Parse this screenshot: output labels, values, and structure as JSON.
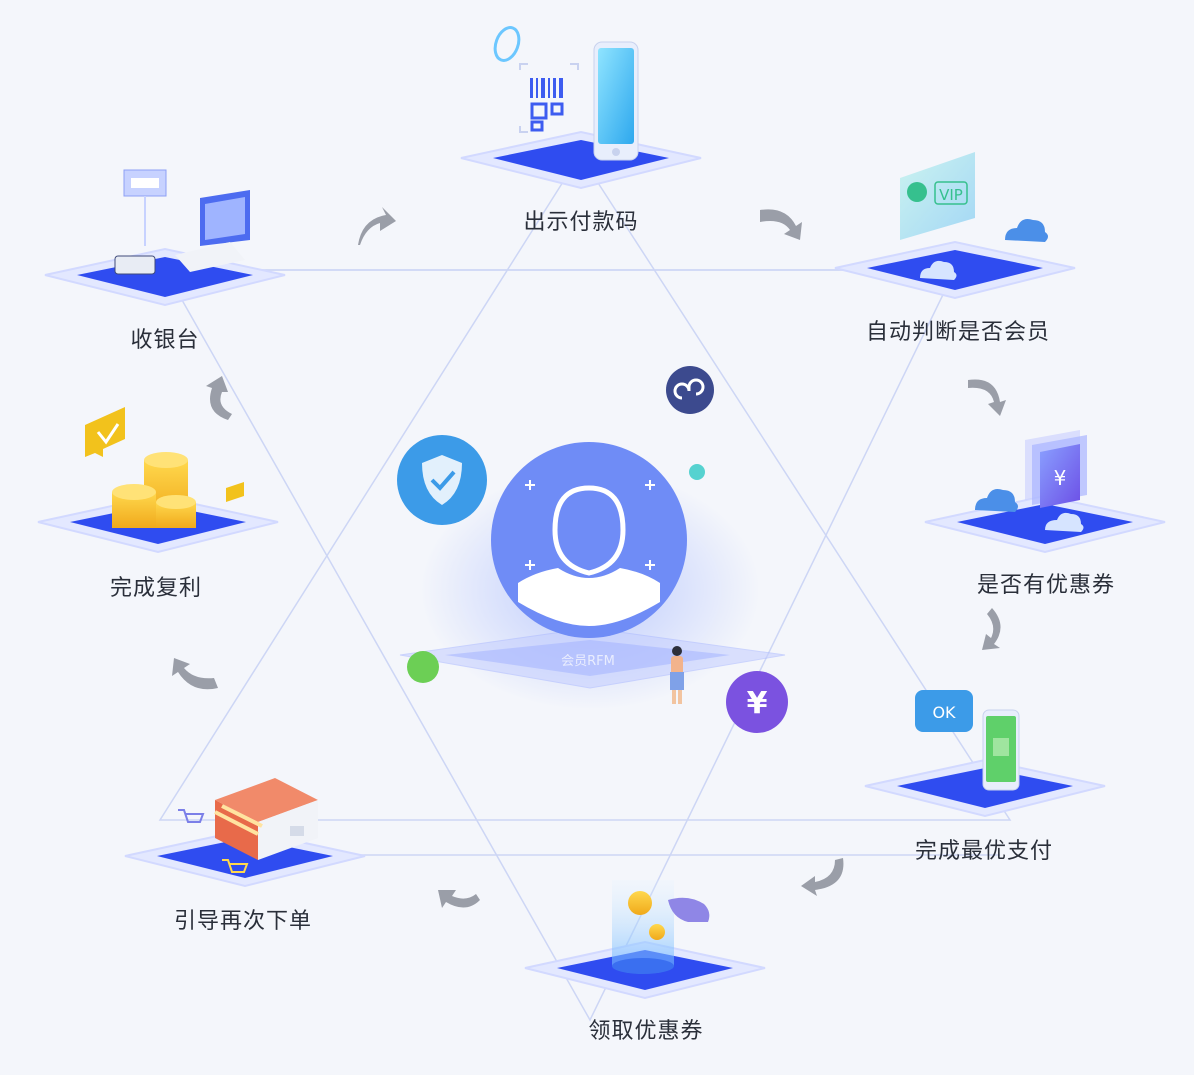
{
  "steps": [
    {
      "label": "出示付款码"
    },
    {
      "label": "自动判断是否会员"
    },
    {
      "label": "是否有优惠券"
    },
    {
      "label": "完成最优支付"
    },
    {
      "label": "领取优惠券"
    },
    {
      "label": "引导再次下单"
    },
    {
      "label": "完成复利"
    },
    {
      "label": "收银台"
    }
  ],
  "center": {
    "platform_text": "会员RFM",
    "icon": "person-silhouette-icon"
  },
  "badges": {
    "vip": "VIP",
    "ok": "OK",
    "yuan": "¥"
  },
  "colors": {
    "platform_blue": "#2f4cf0",
    "platform_edge": "#c7d0ff",
    "arrow_gray": "#9a9ea8",
    "center_blue": "#6f8cf6",
    "shield_blue": "#3c9be8",
    "purple": "#7b52e0",
    "link_navy": "#3c4a8e",
    "green": "#6ccf55",
    "teal": "#56d2d0"
  }
}
